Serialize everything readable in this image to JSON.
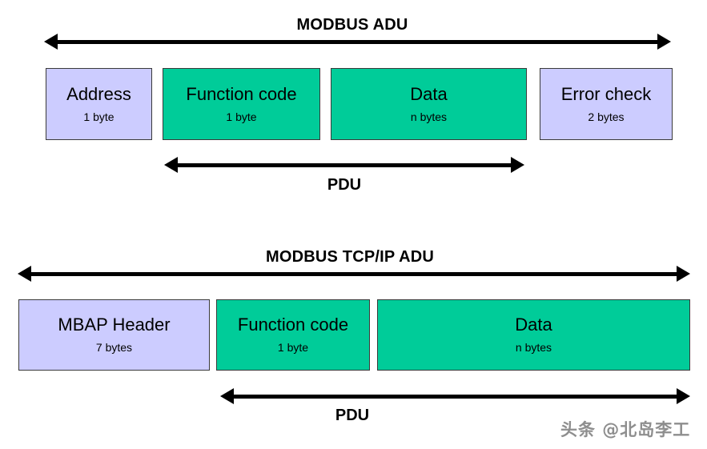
{
  "diagram": {
    "background_color": "#ffffff",
    "palette": {
      "purple_fill": "#CCCCFF",
      "green_fill": "#00CC99",
      "border": "#3a3a3a",
      "text": "#000000",
      "arrow": "#000000",
      "watermark": "#8e8e8e"
    },
    "sections": [
      {
        "id": "modbus-serial",
        "title": "MODBUS ADU",
        "fields": [
          {
            "name": "Address",
            "size": "1 byte",
            "color": "#CCCCFF"
          },
          {
            "name": "Function code",
            "size": "1 byte",
            "color": "#00CC99"
          },
          {
            "name": "Data",
            "size": "n bytes",
            "color": "#00CC99"
          },
          {
            "name": "Error check",
            "size": "2 bytes",
            "color": "#CCCCFF"
          }
        ],
        "span_label": "PDU"
      },
      {
        "id": "modbus-tcpip",
        "title": "MODBUS TCP/IP ADU",
        "fields": [
          {
            "name": "MBAP Header",
            "size": "7 bytes",
            "color": "#CCCCFF"
          },
          {
            "name": "Function code",
            "size": "1 byte",
            "color": "#00CC99"
          },
          {
            "name": "Data",
            "size": "n bytes",
            "color": "#00CC99"
          }
        ],
        "span_label": "PDU"
      }
    ],
    "watermark": "头条 @北岛李工"
  }
}
